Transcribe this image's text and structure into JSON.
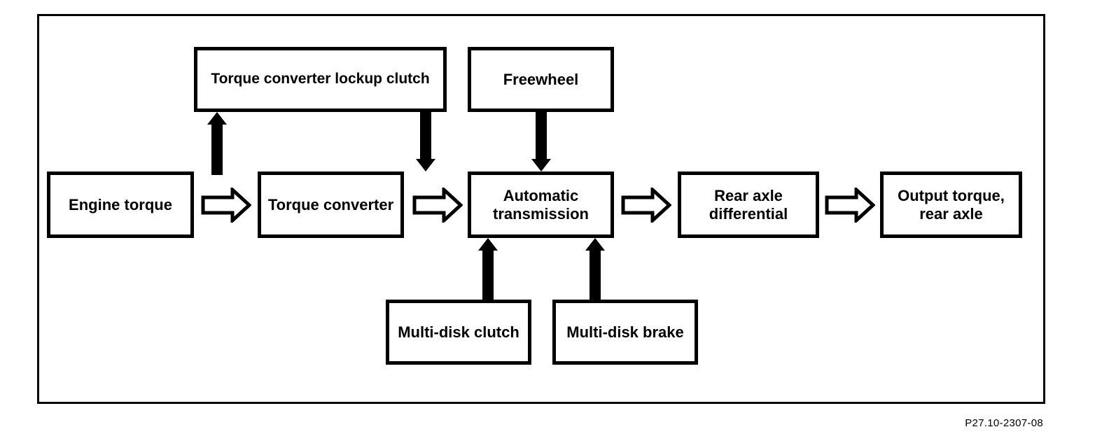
{
  "caption": "P27.10-2307-08",
  "colors": {
    "line": "#000000",
    "background": "#ffffff"
  },
  "nodes": {
    "engine_torque": "Engine torque",
    "torque_converter": "Torque converter",
    "automatic_transmission": "Automatic\ntransmission",
    "rear_axle_differential": "Rear axle\ndifferential",
    "output_torque_rear_axle": "Output torque,\nrear axle",
    "torque_converter_lockup_clutch": "Torque converter lockup clutch",
    "freewheel": "Freewheel",
    "multi_disk_clutch": "Multi-disk clutch",
    "multi_disk_brake": "Multi-disk brake"
  },
  "connections": [
    {
      "from": "engine_torque",
      "to": "torque_converter",
      "style": "hollow-block-arrow",
      "direction": "right"
    },
    {
      "from": "torque_converter",
      "to": "automatic_transmission",
      "style": "hollow-block-arrow",
      "direction": "right"
    },
    {
      "from": "automatic_transmission",
      "to": "rear_axle_differential",
      "style": "hollow-block-arrow",
      "direction": "right"
    },
    {
      "from": "rear_axle_differential",
      "to": "output_torque_rear_axle",
      "style": "hollow-block-arrow",
      "direction": "right"
    },
    {
      "from": "engine_torque_to_torque_converter_flow",
      "to": "torque_converter_lockup_clutch",
      "style": "solid-arrow",
      "direction": "up"
    },
    {
      "from": "torque_converter_lockup_clutch",
      "to": "torque_converter_to_automatic_transmission_flow",
      "style": "solid-arrow",
      "direction": "down"
    },
    {
      "from": "freewheel",
      "to": "automatic_transmission",
      "style": "solid-arrow",
      "direction": "down"
    },
    {
      "from": "multi_disk_clutch",
      "to": "automatic_transmission",
      "style": "solid-arrow",
      "direction": "up"
    },
    {
      "from": "multi_disk_brake",
      "to": "automatic_transmission",
      "style": "solid-arrow",
      "direction": "up"
    }
  ]
}
